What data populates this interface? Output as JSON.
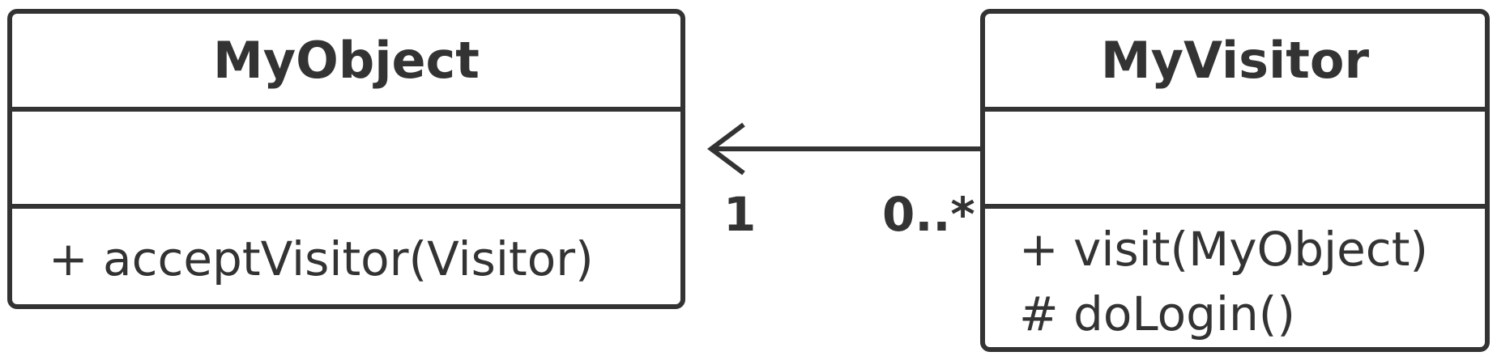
{
  "classes": {
    "myobject": {
      "name": "MyObject",
      "attributes": [],
      "operations": [
        "+ acceptVisitor(Visitor)"
      ]
    },
    "myvisitor": {
      "name": "MyVisitor",
      "attributes": [],
      "operations": [
        "+ visit(MyObject)",
        "# doLogin()"
      ]
    }
  },
  "association": {
    "target_multiplicity": "1",
    "source_multiplicity": "0..*",
    "direction": "MyVisitor to MyObject",
    "arrowhead": "open-arrow",
    "line_color": "#333333"
  }
}
